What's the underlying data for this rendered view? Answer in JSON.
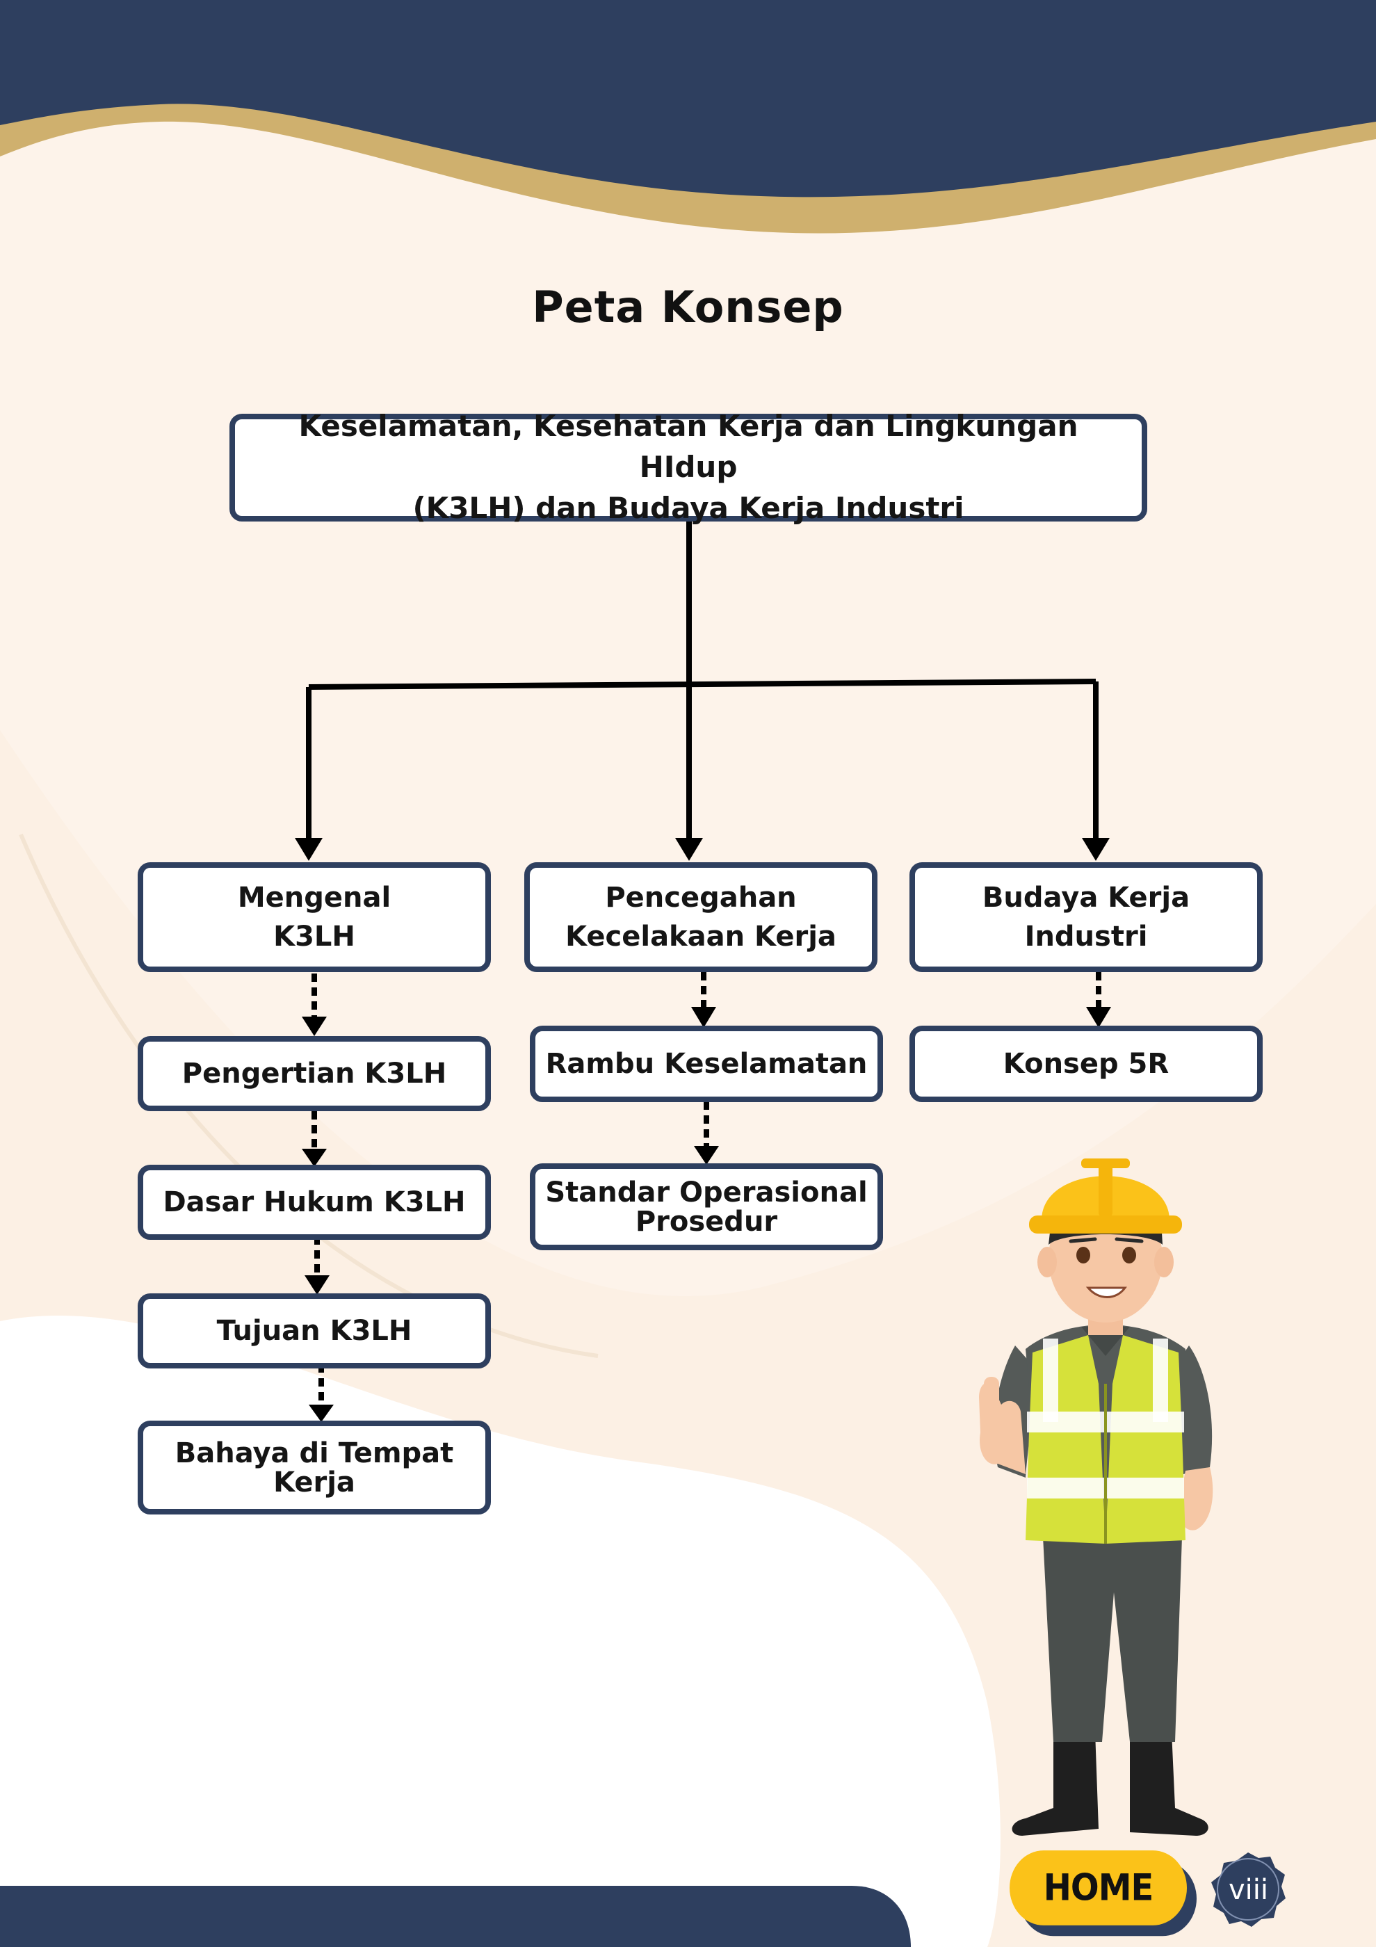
{
  "title": "Peta Konsep",
  "root": {
    "line1": "Keselamatan, Kesehatan Kerja dan Lingkungan HIdup",
    "line2": "(K3LH) dan Budaya Kerja Industri"
  },
  "branches": [
    {
      "label_lines": [
        "Mengenal",
        "K3LH"
      ],
      "children": [
        {
          "lines": [
            "Pengertian K3LH"
          ]
        },
        {
          "lines": [
            "Dasar Hukum K3LH"
          ]
        },
        {
          "lines": [
            "Tujuan K3LH"
          ]
        },
        {
          "lines": [
            "Bahaya di Tempat",
            "Kerja"
          ]
        }
      ]
    },
    {
      "label_lines": [
        "Pencegahan",
        "Kecelakaan Kerja"
      ],
      "children": [
        {
          "lines": [
            "Rambu Keselamatan"
          ]
        },
        {
          "lines": [
            "Standar Operasional",
            "Prosedur"
          ]
        }
      ]
    },
    {
      "label_lines": [
        "Budaya Kerja",
        "Industri"
      ],
      "children": [
        {
          "lines": [
            "Konsep 5R"
          ]
        }
      ]
    }
  ],
  "footer": {
    "home_label": "HOME",
    "page_number": "viii"
  },
  "colors": {
    "navy": "#2e3f5f",
    "gold": "#cfb06e",
    "cream": "#fdf3ea",
    "yellow": "#fbc219"
  },
  "icons": {
    "illustration": "construction-worker-thumbs-up",
    "page_badge": "navy-badge-shape"
  }
}
